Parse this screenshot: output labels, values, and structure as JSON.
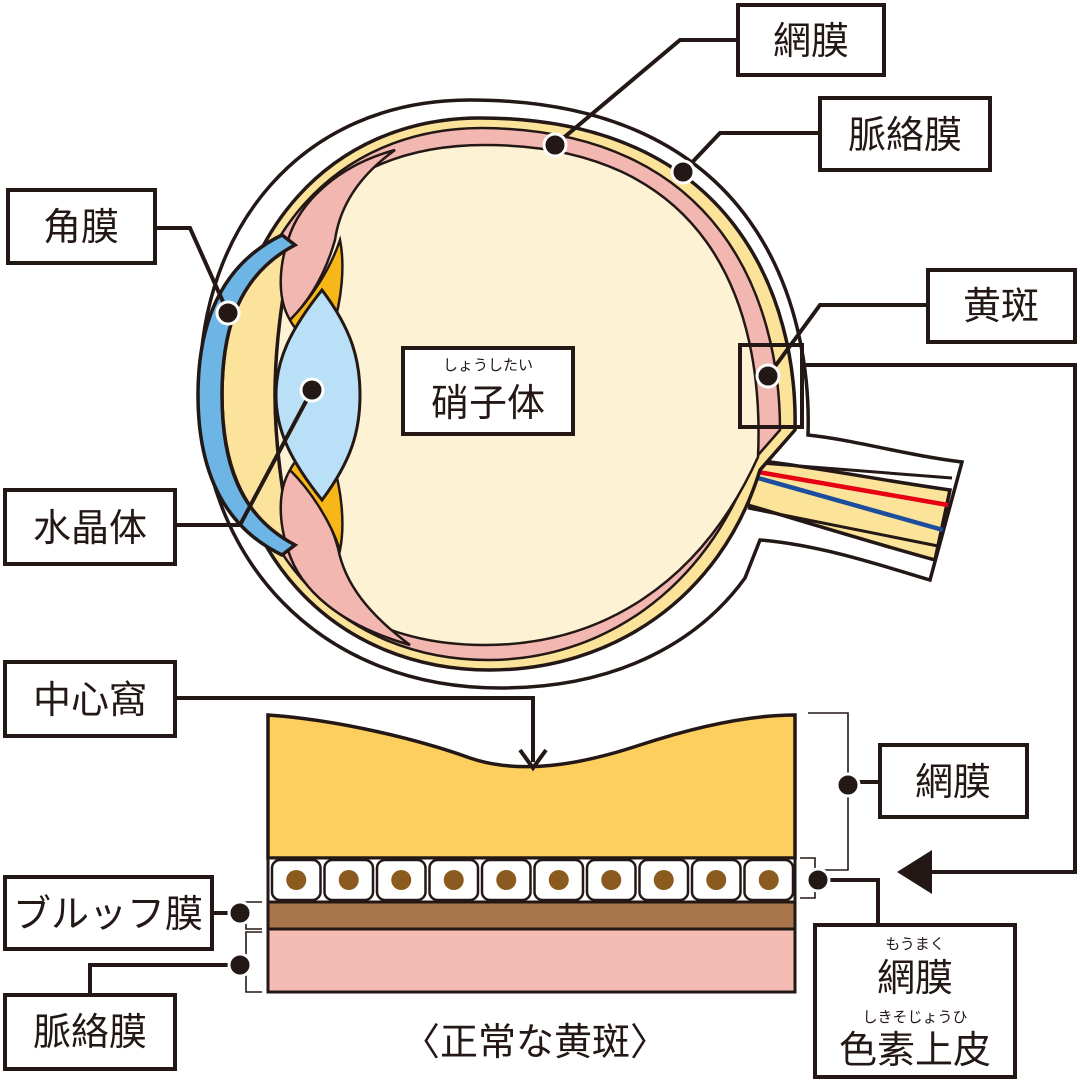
{
  "labels": {
    "retina_top": "網膜",
    "choroid_top": "脈絡膜",
    "cornea": "角膜",
    "macula": "黄斑",
    "vitreous": "硝子体",
    "vitreous_ruby": "しょうしたい",
    "lens": "水晶体",
    "fovea": "中心窩",
    "retina_right": "網膜",
    "bruch": "ブルッフ膜",
    "choroid_bottom": "脈絡膜",
    "rpe_line1": "網膜",
    "rpe_line1_ruby": "もうまく",
    "rpe_line2": "色素上皮",
    "rpe_line2_ruby": "しきそじょうひ",
    "caption": "〈正常な黄斑〉"
  },
  "colors": {
    "vitreous": "#fdf2d4",
    "retina_pink": "#f3b7b1",
    "choroid_yellow": "#fbe39a",
    "cornea_blue": "#6cb5e4",
    "lens_blue": "#b9e0f6",
    "iris_orange": "#f8b719",
    "macula_retina": "#fdcf5e",
    "bruch_brown": "#a9754a",
    "choroid_pink": "#f5bcb4",
    "nucleus": "#8b5a1e",
    "artery_red": "#e60012",
    "vein_blue": "#1d4e9e",
    "line_dark": "#231815"
  }
}
